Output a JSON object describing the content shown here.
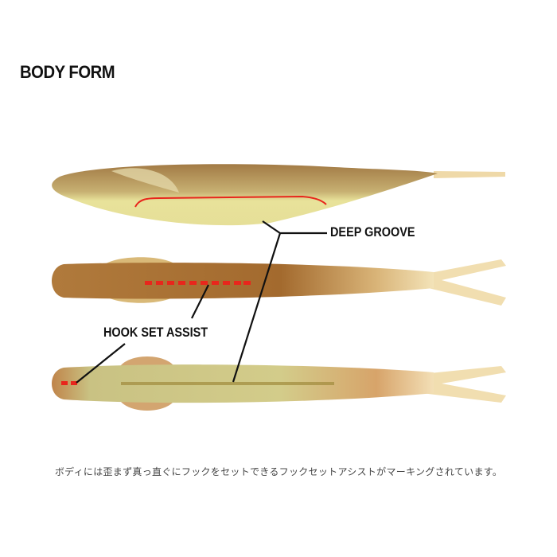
{
  "title": "BODY FORM",
  "labels": {
    "deep_groove": "DEEP GROOVE",
    "hook_set_assist": "HOOK SET ASSIST"
  },
  "caption": "ボディには歪まず真っ直ぐにフックをセットできるフックセットアシストがマーキングされています。",
  "colors": {
    "marker": "#e8261c",
    "body_brown": "#a67436",
    "body_yellow": "#e6dc8c"
  }
}
